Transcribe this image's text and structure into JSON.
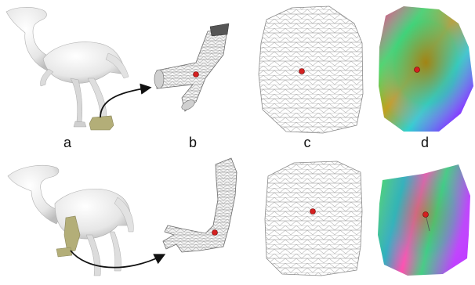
{
  "figure": {
    "panel_labels": [
      "a",
      "b",
      "c",
      "d"
    ]
  },
  "colors": {
    "body": "#eeeeee",
    "body_shade": "#c9c9c9",
    "highlight_region": "#b3ae78",
    "mesh_line": "#8a8a8a",
    "marker": "#d42020",
    "arrow": "#111111"
  }
}
